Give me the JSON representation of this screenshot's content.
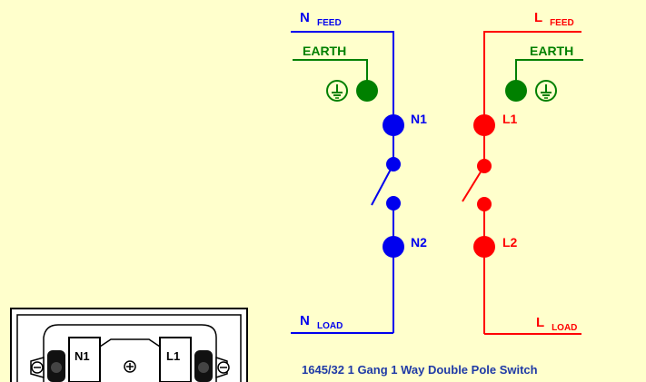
{
  "colors": {
    "background": "#ffffcc",
    "neutral": "#0000ee",
    "live": "#ff0000",
    "earth": "#008000",
    "caption": "#1f3aa6"
  },
  "neutral_side": {
    "feed_label": {
      "main": "N",
      "sub": "FEED"
    },
    "earth_label": "EARTH",
    "terminal_top": "N1",
    "terminal_bottom": "N2",
    "load_label": {
      "main": "N",
      "sub": "LOAD"
    }
  },
  "live_side": {
    "feed_label": {
      "main": "L",
      "sub": "FEED"
    },
    "earth_label": "EARTH",
    "terminal_top": "L1",
    "terminal_bottom": "L2",
    "load_label": {
      "main": "L",
      "sub": "LOAD"
    }
  },
  "icons": {
    "earth_symbol": "earth-ground-icon",
    "switch_contact": "switch-contact-icon",
    "terminal_screw": "terminal-screw-icon"
  },
  "faceplate": {
    "terminal_left": "N1",
    "terminal_right": "L1"
  },
  "caption": "1645/32 1 Gang 1 Way Double Pole Switch"
}
